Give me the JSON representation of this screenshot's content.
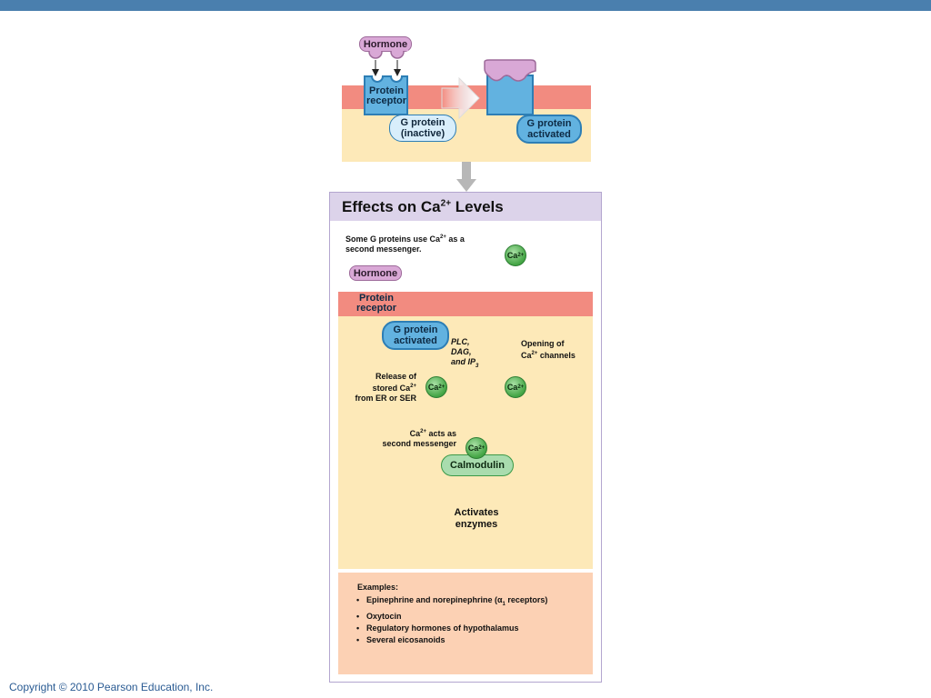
{
  "top": {
    "hormone": "Hormone",
    "receptor_line1": "Protein",
    "receptor_line2": "receptor",
    "gprotein_inactive_line1": "G protein",
    "gprotein_inactive_line2": "(inactive)",
    "gprotein_activated_line1": "G protein",
    "gprotein_activated_line2": "activated"
  },
  "panel": {
    "title": "Effects on Ca",
    "title_sup": "2+",
    "title_suffix": " Levels",
    "intro_a": "Some G proteins use Ca",
    "intro_sup": "2+",
    "intro_b": " as a",
    "intro_c": "second messenger.",
    "hormone": "Hormone",
    "receptor_line1": "Protein",
    "receptor_line2": "receptor",
    "gprotein_line1": "G protein",
    "gprotein_line2": "activated",
    "plc_line1": "PLC,",
    "plc_line2": "DAG,",
    "plc_line3": "and IP",
    "plc_sub": "3",
    "opening_line1": "Opening of",
    "opening_line2_a": "Ca",
    "opening_line2_sup": "2+",
    "opening_line2_b": " channels",
    "release_line1": "Release of",
    "release_line2_a": "stored Ca",
    "release_line2_sup": "2+",
    "release_line3": "from ER or SER",
    "acts_line1_a": "Ca",
    "acts_line1_sup": "2+",
    "acts_line1_b": " acts as",
    "acts_line2": "second messenger",
    "ion_symbol": "Ca",
    "ion_charge": "2+",
    "calmodulin": "Calmodulin",
    "activates_line1": "Activates",
    "activates_line2": "enzymes"
  },
  "examples": {
    "title": "Examples:",
    "item1_a": "Epinephrine and norepinephrine (α",
    "item1_sub": "1",
    "item1_b": " receptors)",
    "item2": "Oxytocin",
    "item3": "Regulatory hormones of hypothalamus",
    "item4": "Several eicosanoids"
  },
  "footer": {
    "copyright": "Copyright © 2010 Pearson Education, Inc."
  }
}
